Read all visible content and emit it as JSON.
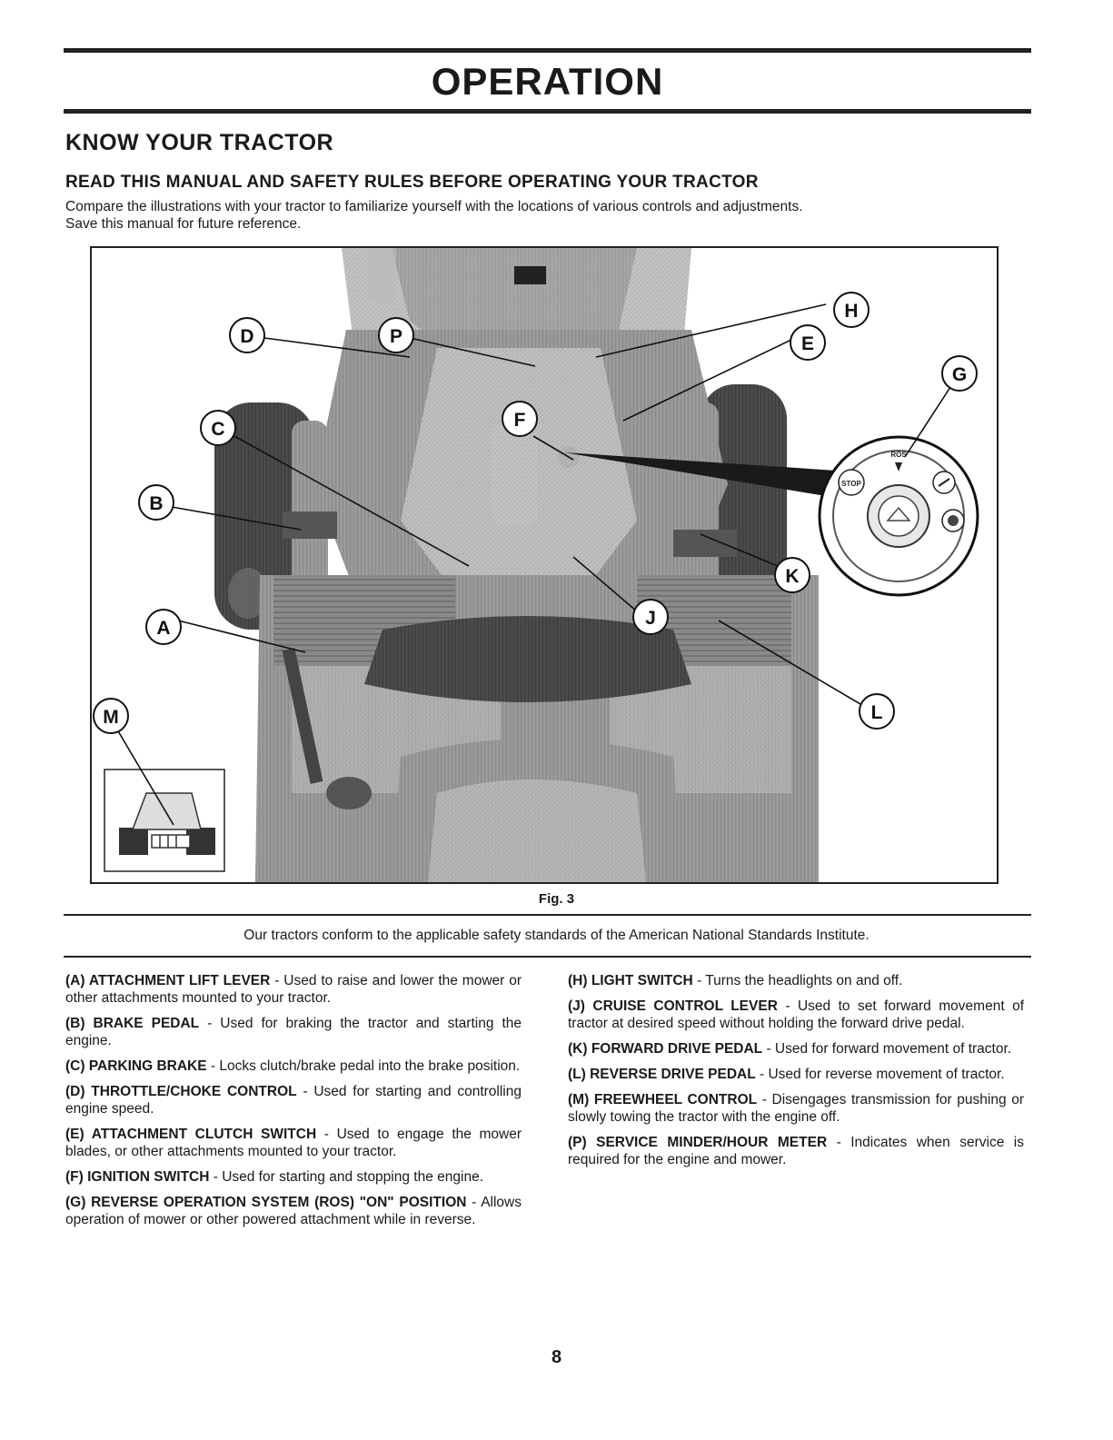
{
  "section_title": "OPERATION",
  "heading": "KNOW YOUR TRACTOR",
  "subheading": "READ THIS MANUAL AND SAFETY RULES BEFORE OPERATING YOUR TRACTOR",
  "intro_line1": "Compare the illustrations with your tractor to familiarize yourself with the locations of various controls and adjustments.",
  "intro_line2": "Save this manual for future reference.",
  "figure": {
    "caption": "Fig. 3",
    "callouts": {
      "A": "A",
      "B": "B",
      "C": "C",
      "D": "D",
      "E": "E",
      "F": "F",
      "G": "G",
      "H": "H",
      "J": "J",
      "K": "K",
      "L": "L",
      "M": "M",
      "P": "P"
    },
    "key_switch_text": {
      "stop": "STOP",
      "ros": "ROS"
    }
  },
  "conformity_note": "Our tractors conform to the applicable safety standards of the American National Standards Institute.",
  "controls_left": [
    {
      "label": "(A) ATTACHMENT LIFT LEVER",
      "desc": " - Used to raise and lower the mower or other attachments mounted to your tractor."
    },
    {
      "label": "(B) BRAKE PEDAL",
      "desc": " - Used for braking the tractor and starting the engine."
    },
    {
      "label": "(C) PARKING BRAKE",
      "desc": " - Locks clutch/brake pedal into the brake position."
    },
    {
      "label": "(D) THROTTLE/CHOKE CONTROL",
      "desc": " - Used for starting and controlling engine speed."
    },
    {
      "label": "(E) ATTACHMENT CLUTCH SWITCH",
      "desc": " - Used to engage the mower blades, or other attachments mounted to your tractor."
    },
    {
      "label": "(F) IGNITION SWITCH",
      "desc": " - Used for starting and stopping the engine."
    },
    {
      "label": "(G) REVERSE OPERATION SYSTEM (ROS) \"ON\" POSITION",
      "desc": " - Allows operation of mower or other powered attachment while in reverse."
    }
  ],
  "controls_right": [
    {
      "label": "(H) LIGHT SWITCH",
      "desc": " - Turns the headlights on and off."
    },
    {
      "label": "(J) CRUISE CONTROL LEVER",
      "desc": " - Used to set forward movement of tractor at desired speed without holding the forward drive pedal."
    },
    {
      "label": "(K) FORWARD DRIVE PEDAL",
      "desc": " - Used for forward movement of tractor."
    },
    {
      "label": "(L) REVERSE DRIVE PEDAL",
      "desc": " - Used for reverse movement of tractor."
    },
    {
      "label": "(M) FREEWHEEL CONTROL",
      "desc": " - Disengages transmission for pushing or slowly towing the tractor with the engine off."
    },
    {
      "label": "(P) SERVICE MINDER/HOUR METER",
      "desc": " - Indicates when service is required for the engine and mower."
    }
  ],
  "page_number": "8"
}
